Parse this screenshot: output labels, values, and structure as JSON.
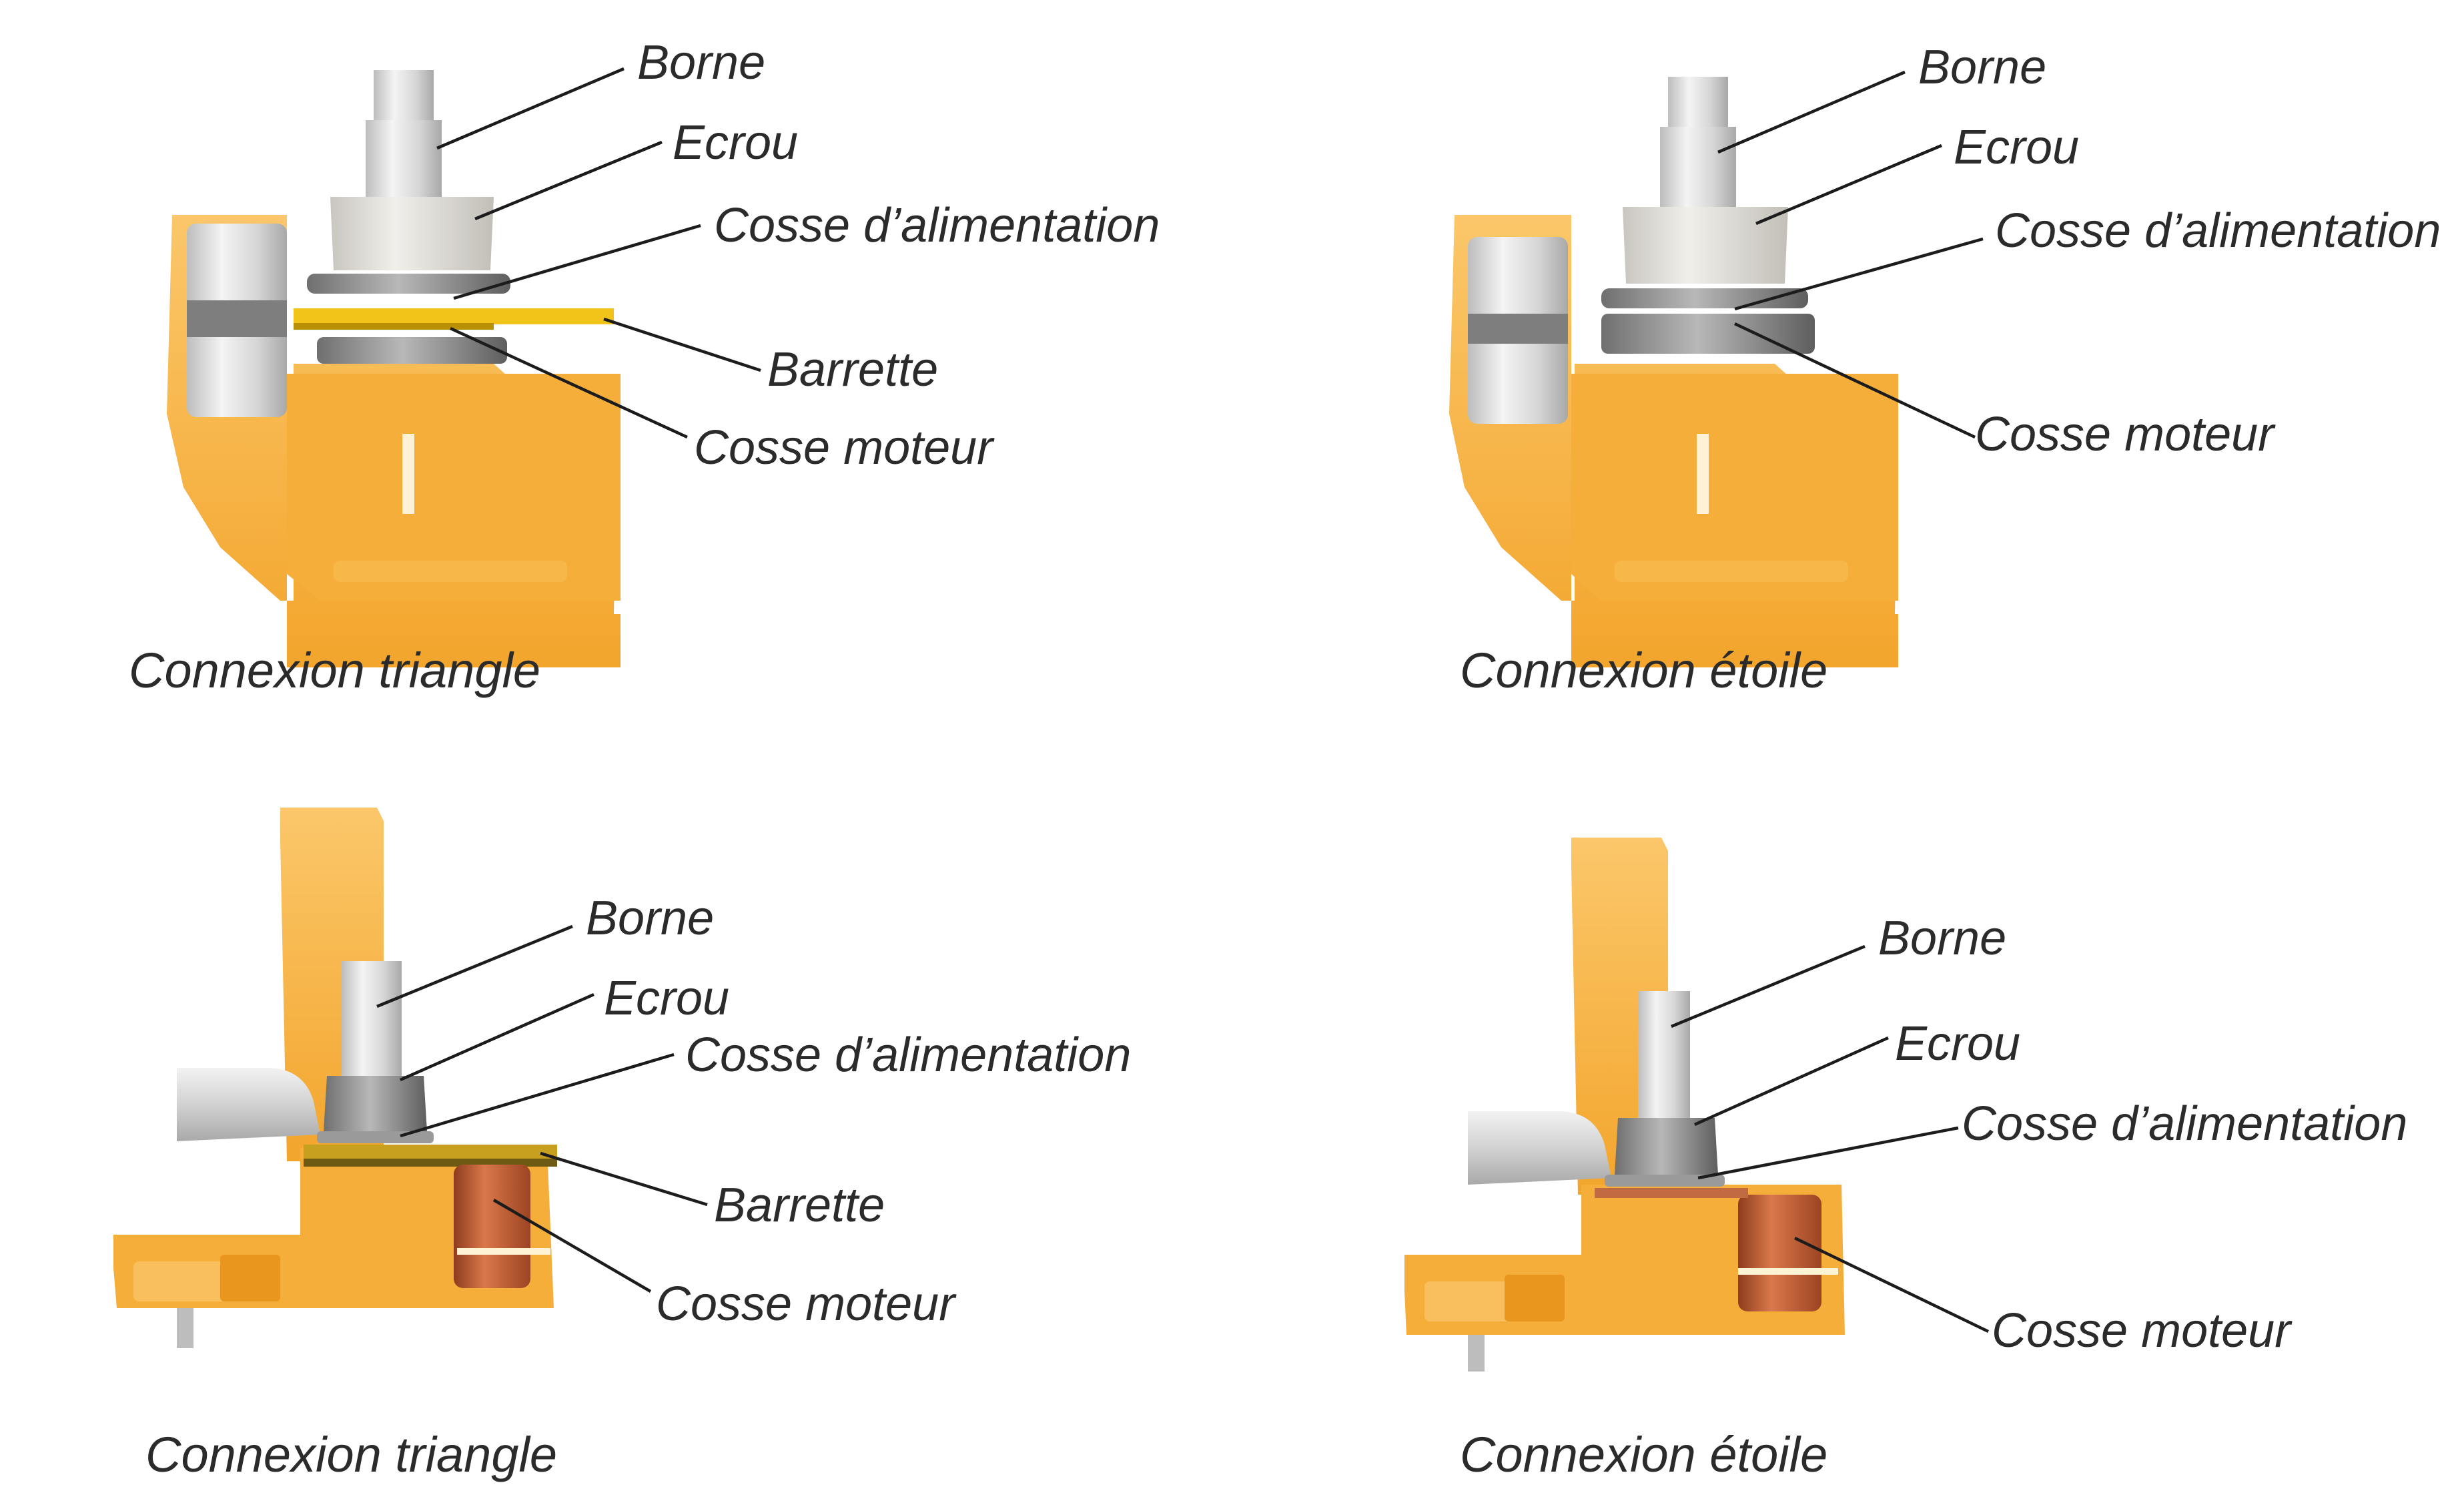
{
  "colors": {
    "housing": "#f6ae3b",
    "housing_light": "#fbc76a",
    "housing_shadow": "#e08f1d",
    "metal": "#d9d9d9",
    "metal_dark": "#8c8c8c",
    "bar": "#f2c318",
    "copper": "#c8673d",
    "text": "#2b2b2b"
  },
  "panels": [
    {
      "caption": "Connexion triangle",
      "labels": {
        "borne": "Borne",
        "ecrou": "Ecrou",
        "cosse_alimentation": "Cosse d’alimentation",
        "barrette": "Barrette",
        "cosse_moteur": "Cosse moteur"
      }
    },
    {
      "caption": "Connexion étoile",
      "labels": {
        "borne": "Borne",
        "ecrou": "Ecrou",
        "cosse_alimentation": "Cosse d’alimentation",
        "cosse_moteur": "Cosse moteur"
      }
    },
    {
      "caption": "Connexion triangle",
      "labels": {
        "borne": "Borne",
        "ecrou": "Ecrou",
        "cosse_alimentation": "Cosse d’alimentation",
        "barrette": "Barrette",
        "cosse_moteur": "Cosse moteur"
      }
    },
    {
      "caption": "Connexion étoile",
      "labels": {
        "borne": "Borne",
        "ecrou": "Ecrou",
        "cosse_alimentation": "Cosse d’alimentation",
        "cosse_moteur": "Cosse moteur"
      }
    }
  ]
}
